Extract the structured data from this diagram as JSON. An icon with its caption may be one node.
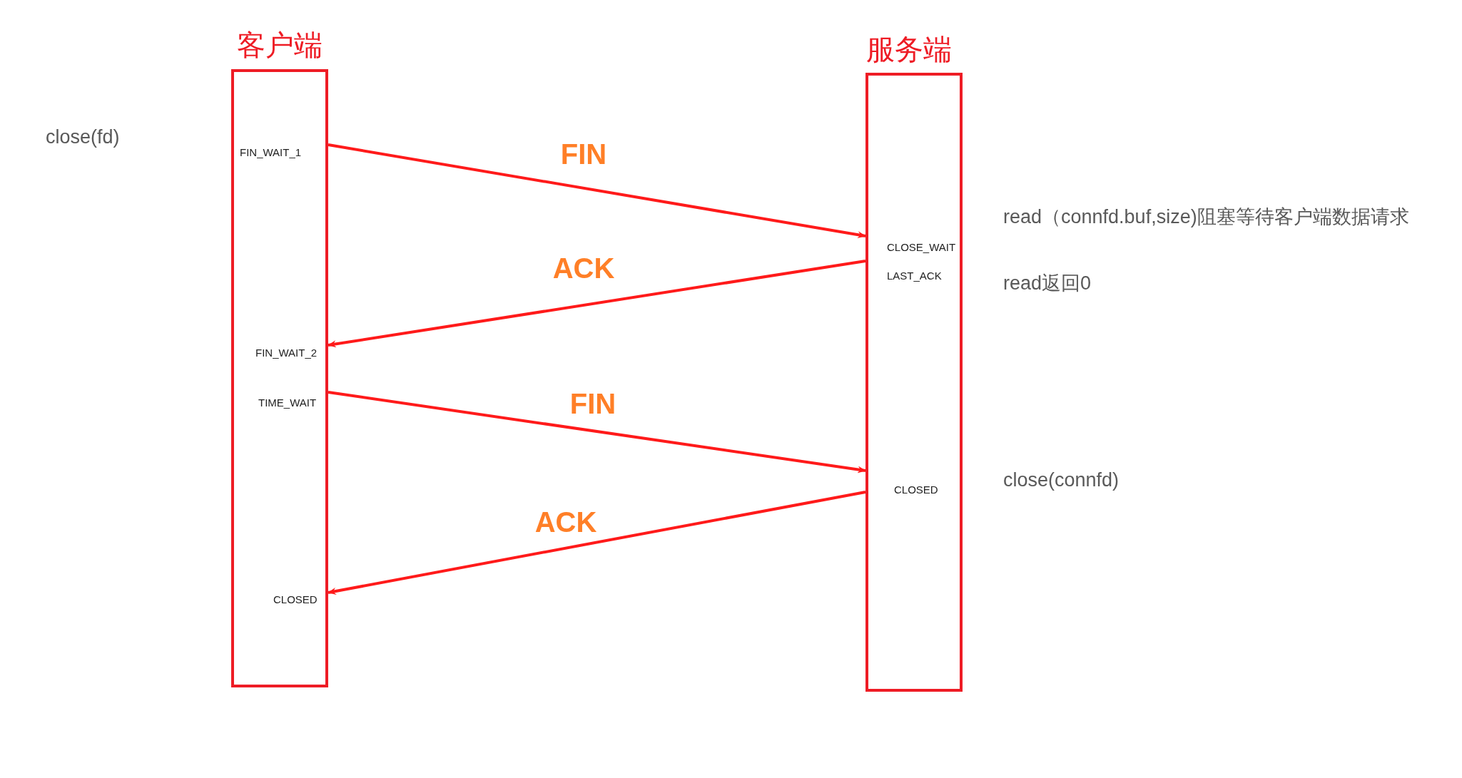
{
  "diagram": {
    "nodes": [
      {
        "text": [
          "客户端",
          "FIN_WAIT_1",
          "FIN_WAIT_2",
          "TIME_WAIT",
          "CLOSED"
        ]
      },
      {
        "text": [
          "服务端",
          "CLOSE_WAIT",
          "LAST_ACK",
          "CLOSED"
        ]
      }
    ],
    "edges": [
      {
        "from": 0,
        "to": 1,
        "arrow": "to",
        "label": "FIN"
      },
      {
        "from": 1,
        "to": 0,
        "arrow": "to",
        "label": "ACK"
      },
      {
        "from": 0,
        "to": 1,
        "arrow": "to",
        "label": "FIN"
      },
      {
        "from": 1,
        "to": 0,
        "arrow": "to",
        "label": "ACK"
      }
    ],
    "labels": [
      "close(fd)",
      "read（connfd.buf,size)阻塞等待客户端数据请求",
      "read返回0",
      "close(connfd)"
    ]
  }
}
